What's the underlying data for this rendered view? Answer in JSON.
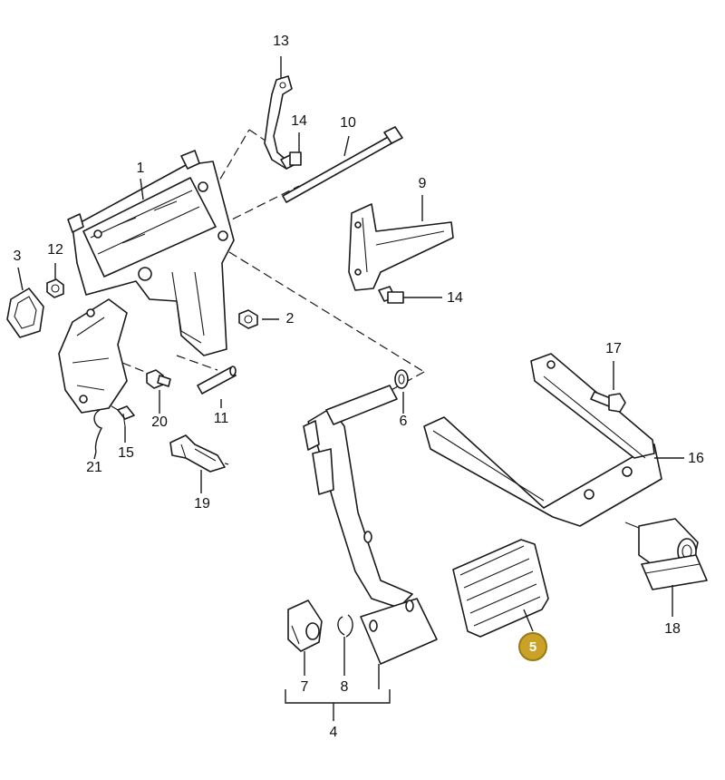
{
  "colors": {
    "line": "#1a1a1a",
    "highlight_fill": "#c9a227",
    "highlight_stroke": "#9a7a12",
    "highlight_text": "#ffffff"
  },
  "callouts": {
    "c1": "1",
    "c2": "2",
    "c3": "3",
    "c4": "4",
    "c5": "5",
    "c6": "6",
    "c7": "7",
    "c8": "8",
    "c9": "9",
    "c10": "10",
    "c11": "11",
    "c12": "12",
    "c13": "13",
    "c14a": "14",
    "c14b": "14",
    "c15": "15",
    "c16": "16",
    "c17": "17",
    "c18": "18",
    "c19": "19",
    "c20": "20",
    "c21": "21"
  },
  "highlighted": "c5"
}
